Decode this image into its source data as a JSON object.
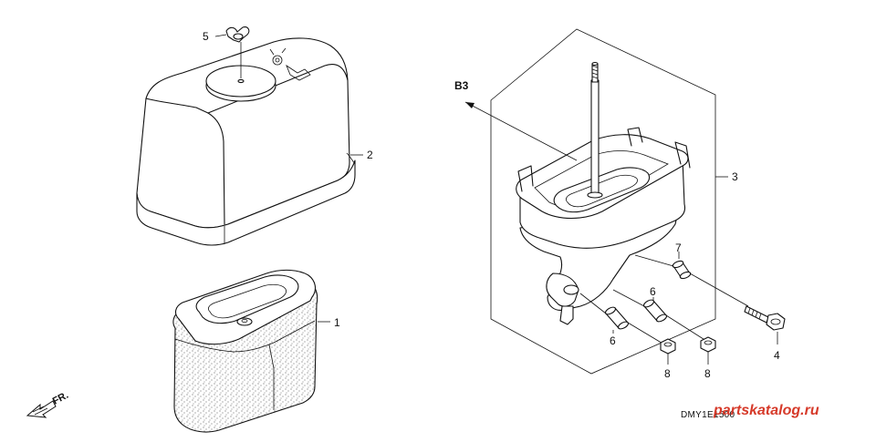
{
  "callouts": {
    "c1": "1",
    "c2": "2",
    "c3": "3",
    "c4": "4",
    "c5": "5",
    "c6a": "6",
    "c6b": "6",
    "c7": "7",
    "c8a": "8",
    "c8b": "8"
  },
  "labels": {
    "b3": "B3",
    "front": "FR.",
    "diagram_code": "DMY1E1500",
    "watermark": "partskatalog.ru"
  }
}
